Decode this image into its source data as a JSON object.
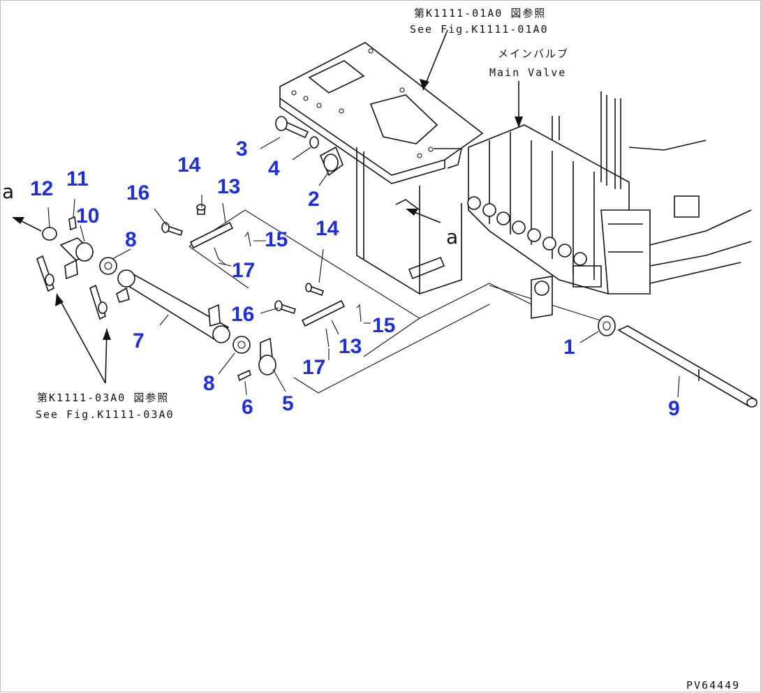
{
  "diagram": {
    "figure_id": "PV64449",
    "references": {
      "top_jp": "第K1111-01A0 図参照",
      "top_en": "See Fig.K1111-01A0",
      "valve_jp": "メインバルブ",
      "valve_en": "Main Valve",
      "bottom_jp": "第K1111-03A0 図参照",
      "bottom_en": "See Fig.K1111-03A0"
    },
    "view_marker": "a",
    "callouts": [
      "1",
      "2",
      "3",
      "4",
      "5",
      "6",
      "7",
      "8",
      "8",
      "9",
      "10",
      "11",
      "12",
      "13",
      "13",
      "14",
      "14",
      "15",
      "15",
      "16",
      "16",
      "17",
      "17"
    ]
  },
  "colors": {
    "callout": "#1a2ee6",
    "line": "#111111",
    "background": "#ffffff"
  }
}
